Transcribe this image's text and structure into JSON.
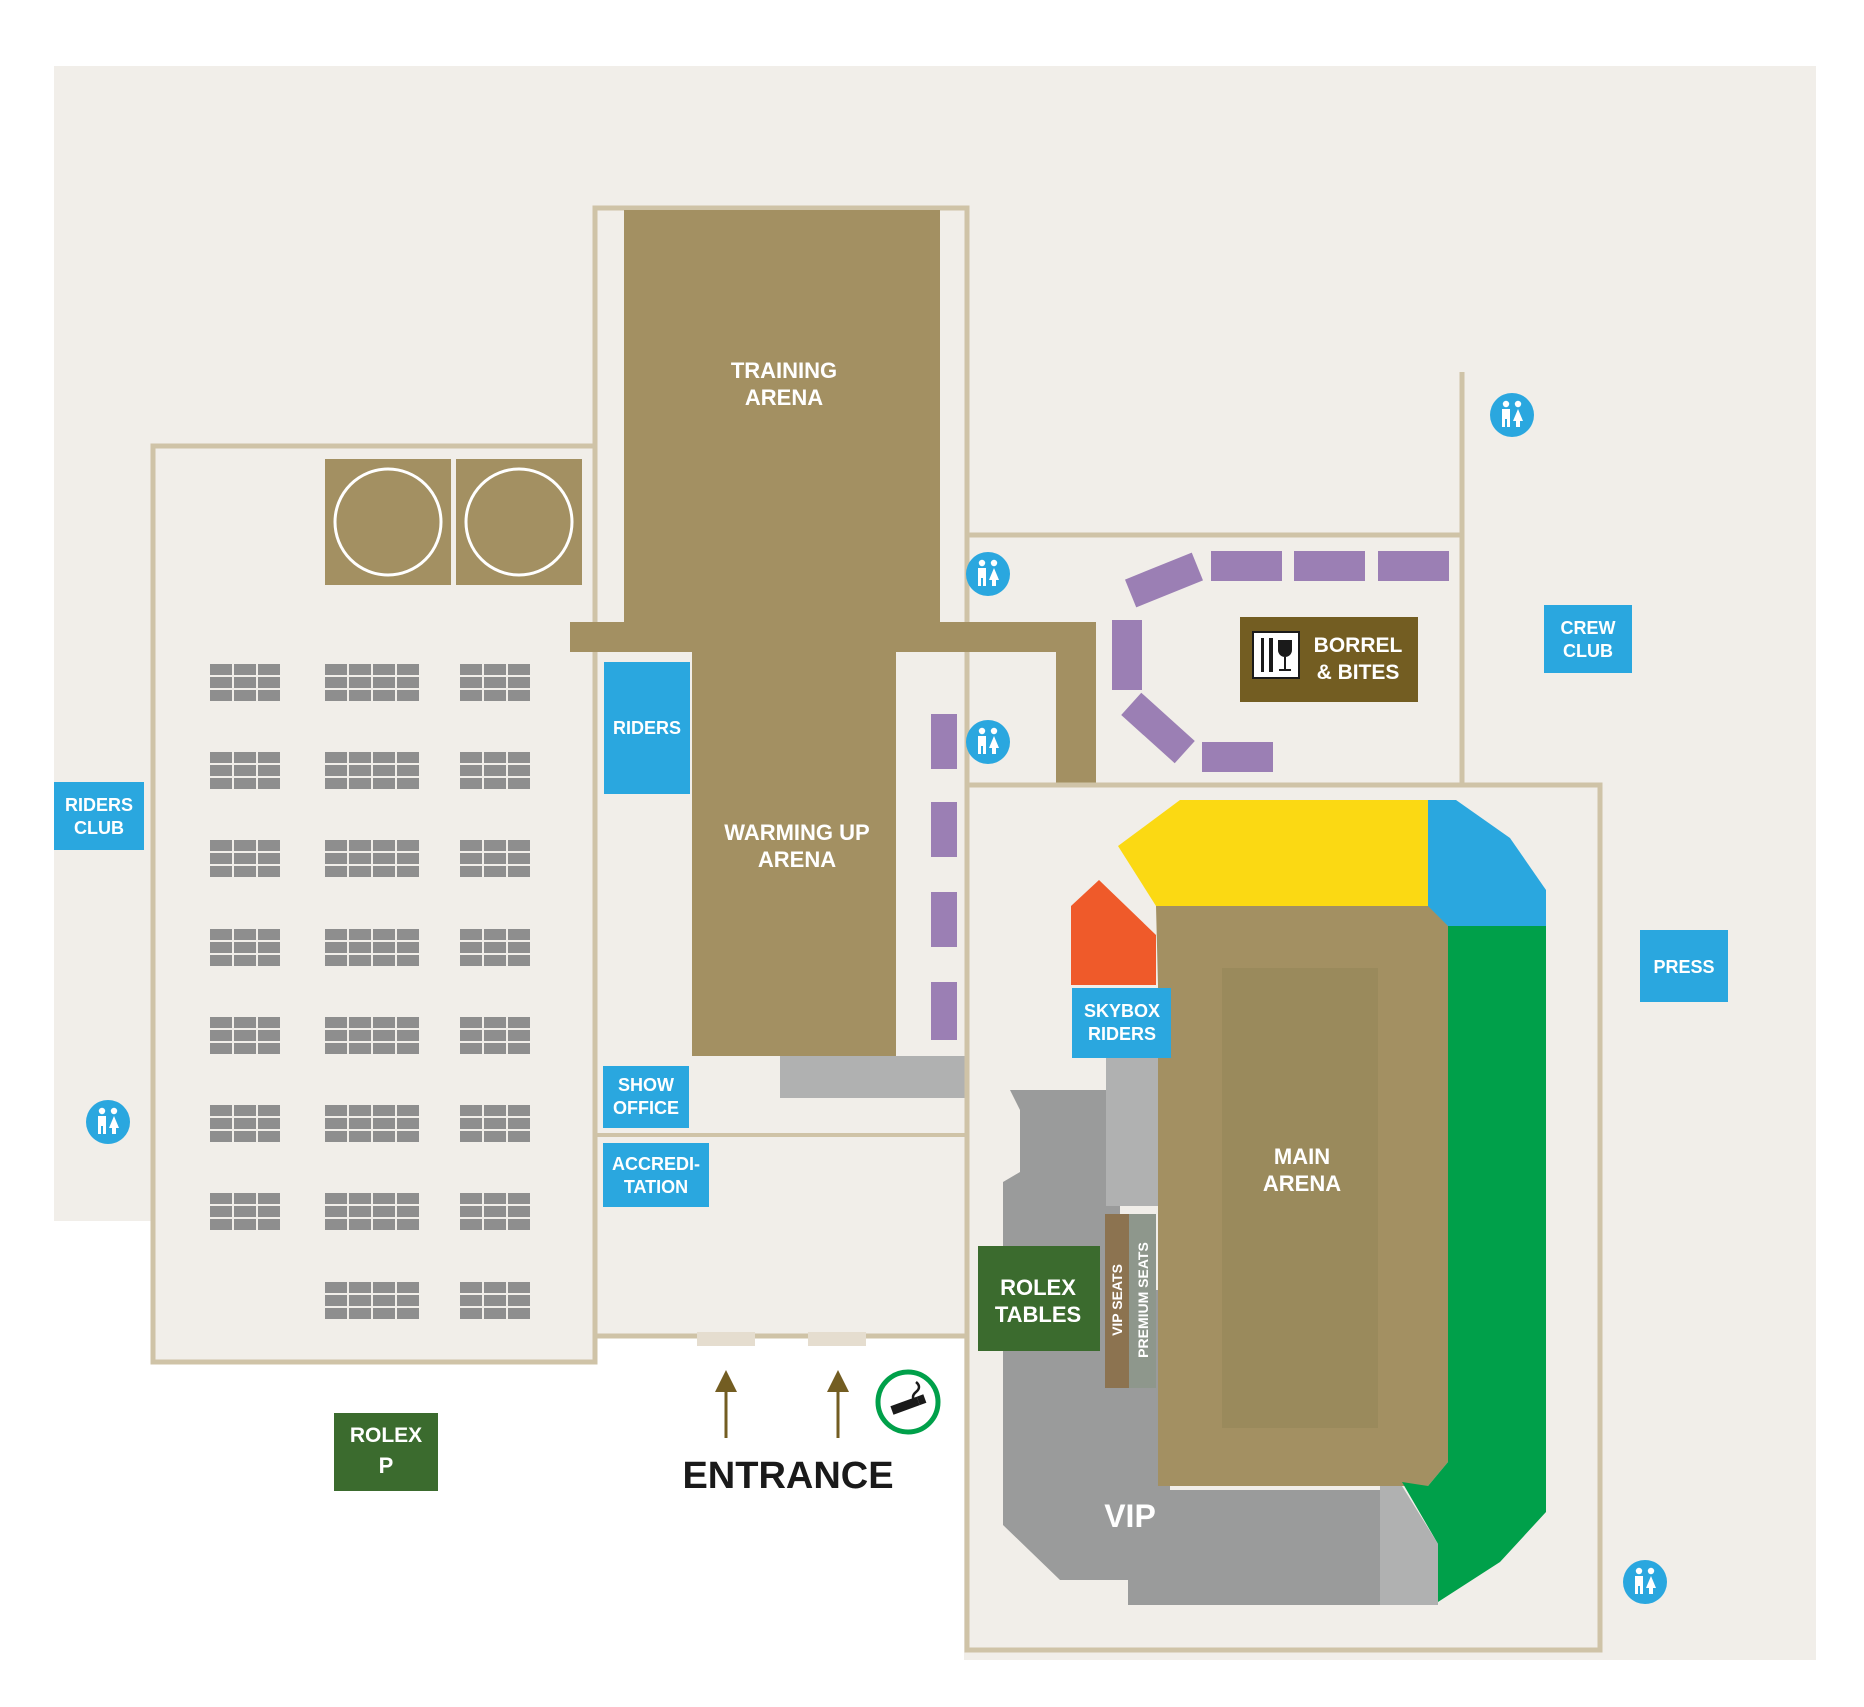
{
  "map": {
    "areas": {
      "training_arena": [
        "TRAINING",
        "ARENA"
      ],
      "warming_up_arena": [
        "WARMING UP",
        "ARENA"
      ],
      "main_arena": [
        "MAIN",
        "ARENA"
      ],
      "vip": "VIP"
    },
    "facilities": {
      "riders": "RIDERS",
      "riders_club": [
        "RIDERS",
        "CLUB"
      ],
      "crew_club": [
        "CREW",
        "CLUB"
      ],
      "press": "PRESS",
      "skybox_riders": [
        "SKYBOX",
        "RIDERS"
      ],
      "show_office": [
        "SHOW",
        "OFFICE"
      ],
      "accreditation": [
        "ACCREDI-",
        "TATION"
      ],
      "borrel_bites": [
        "BORREL",
        "& BITES"
      ],
      "rolex_tables": [
        "ROLEX",
        "TABLES"
      ],
      "rolex_parking": [
        "ROLEX",
        "P"
      ],
      "vip_seats": "VIP SEATS",
      "premium_seats": "PREMIUM SEATS"
    },
    "entrance": "ENTRANCE",
    "icons": [
      "toilet-icon",
      "smoking-area-icon",
      "food-drink-icon",
      "entrance-arrow-icon"
    ],
    "colors": {
      "ground": "#f1eee9",
      "arena": "#a39062",
      "outline": "#cfc3a7",
      "facility": "#2aa7df",
      "rolex_green": "#3b6b2e",
      "stand_yellow": "#fbd913",
      "stand_green": "#00a04a",
      "stand_orange": "#ef5a2a",
      "vip_grey": "#9a9b9b",
      "bar_purple": "#9b7fb4",
      "borrel_brown": "#735d22"
    }
  }
}
